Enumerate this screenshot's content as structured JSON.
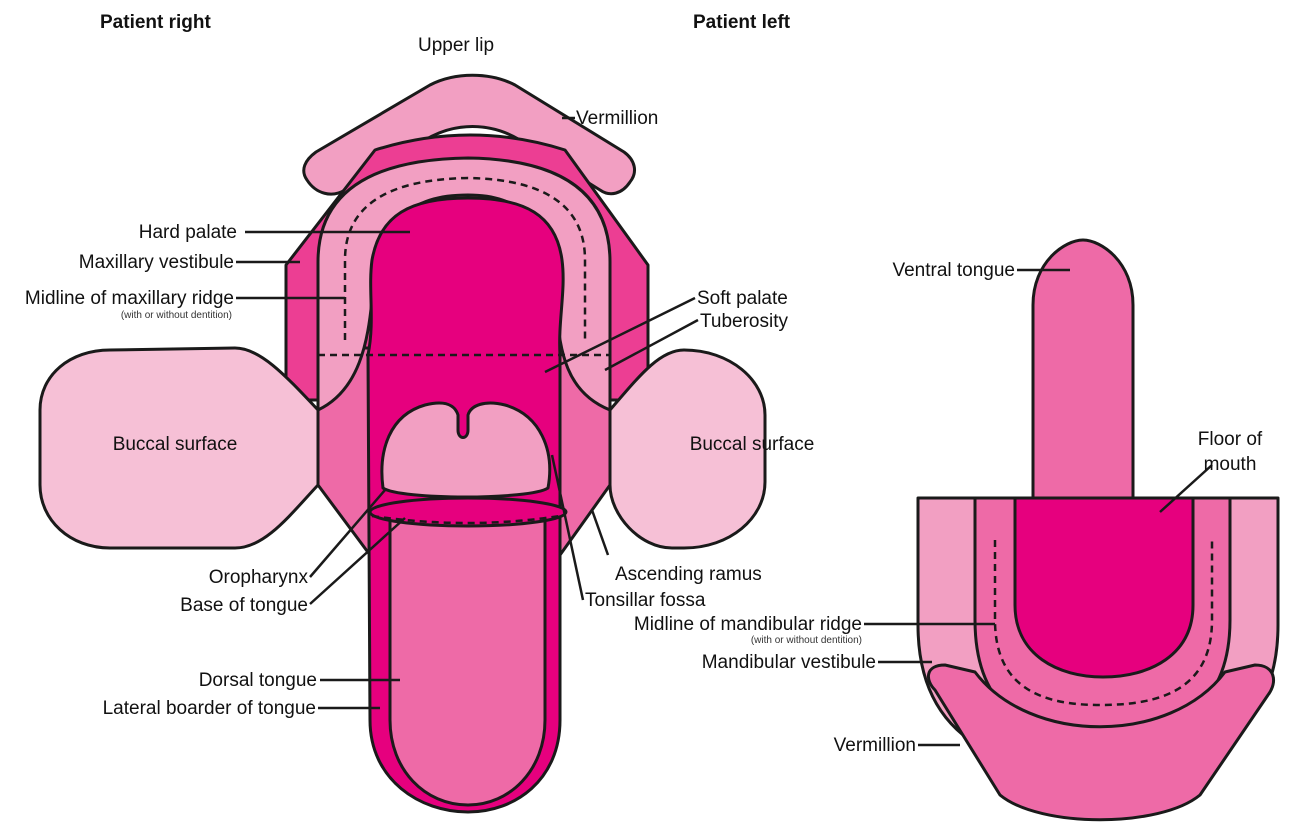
{
  "header": {
    "patient_right": "Patient right",
    "patient_left": "Patient left"
  },
  "colors": {
    "pale_pink": "#F6C0D6",
    "light_pink": "#F29FC2",
    "medium_pink": "#EE6AA7",
    "hot_pink": "#EC3E93",
    "deep_magenta": "#E6007E",
    "outline": "#1a1a1a"
  },
  "upper_view": {
    "upper_lip": "Upper lip",
    "vermillion": "Vermillion",
    "hard_palate": "Hard palate",
    "maxillary_vestibule": "Maxillary vestibule",
    "midline_maxillary_ridge": "Midline of maxillary ridge",
    "midline_maxillary_ridge_note": "(with or without dentition)",
    "soft_palate": "Soft palate",
    "tuberosity": "Tuberosity",
    "buccal_surface_right": "Buccal surface",
    "buccal_surface_left": "Buccal surface",
    "oropharynx": "Oropharynx",
    "base_of_tongue": "Base of tongue",
    "ascending_ramus": "Ascending ramus",
    "tonsillar_fossa": "Tonsillar fossa",
    "dorsal_tongue": "Dorsal tongue",
    "lateral_border_of_tongue": "Lateral boarder of tongue"
  },
  "lower_view": {
    "ventral_tongue": "Ventral tongue",
    "floor_of_mouth_line1": "Floor of",
    "floor_of_mouth_line2": "mouth",
    "midline_mandibular_ridge": "Midline of mandibular ridge",
    "midline_mandibular_ridge_note": "(with or without dentition)",
    "mandibular_vestibule": "Mandibular vestibule",
    "vermillion": "Vermillion"
  }
}
